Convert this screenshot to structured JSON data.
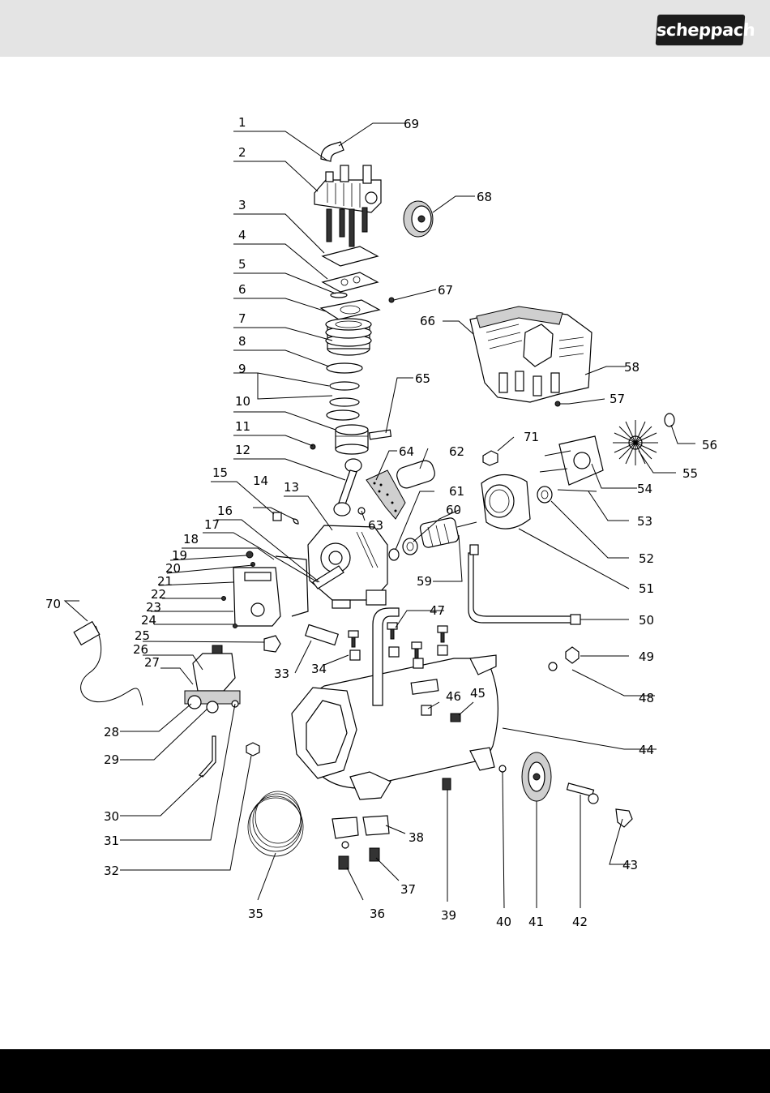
{
  "header": {
    "logo_text": "scheppach",
    "bg": "#e4e4e4",
    "logo_bg": "#1c1c1c"
  },
  "footer": {
    "bg": "#000000"
  },
  "diagram": {
    "labels": [
      "1",
      "2",
      "3",
      "4",
      "5",
      "6",
      "7",
      "8",
      "9",
      "10",
      "11",
      "12",
      "13",
      "14",
      "15",
      "16",
      "17",
      "18",
      "19",
      "20",
      "21",
      "22",
      "23",
      "24",
      "25",
      "26",
      "27",
      "28",
      "29",
      "30",
      "31",
      "32",
      "33",
      "34",
      "35",
      "36",
      "37",
      "38",
      "39",
      "40",
      "41",
      "42",
      "43",
      "44",
      "45",
      "46",
      "47",
      "48",
      "49",
      "50",
      "51",
      "52",
      "53",
      "54",
      "55",
      "56",
      "57",
      "58",
      "59",
      "60",
      "61",
      "62",
      "63",
      "64",
      "65",
      "66",
      "67",
      "68",
      "69",
      "70",
      "71"
    ]
  }
}
